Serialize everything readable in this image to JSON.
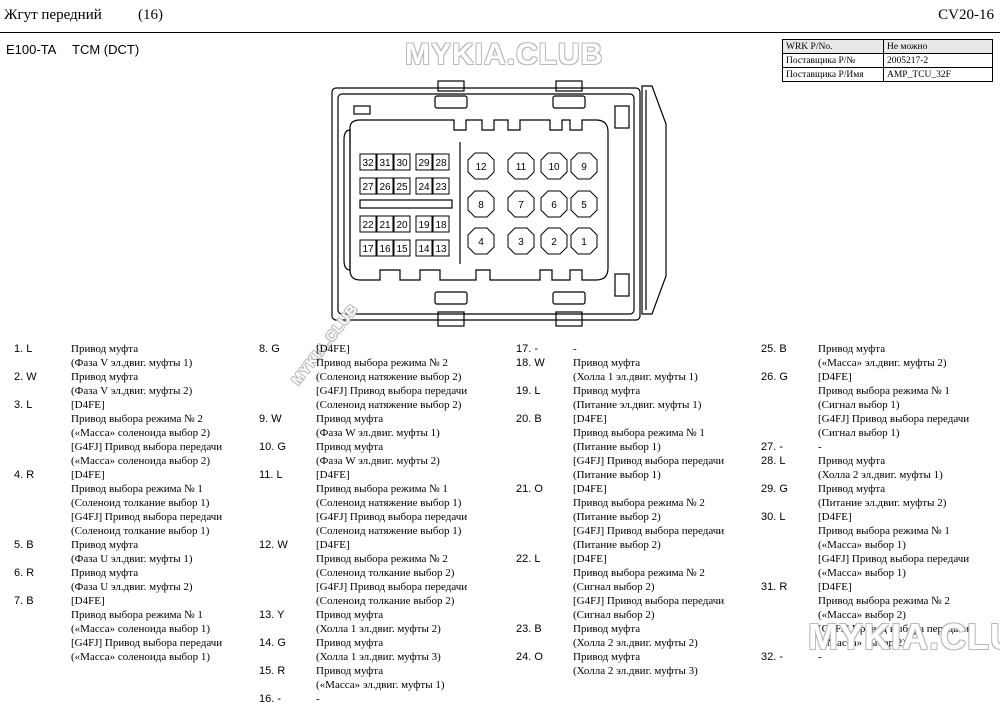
{
  "header": {
    "title": "Жгут передний",
    "number": "(16)",
    "code": "CV20-16"
  },
  "connector": {
    "id": "E100-TA",
    "name": "TCM (DCT)"
  },
  "watermark": "MYKIA.CLUB",
  "watermark_small": "MYKIA.CLUB",
  "info_table": [
    {
      "key": "WRK P/No.",
      "value": "Не можно"
    },
    {
      "key": "Поставщика P/№",
      "value": "2005217-2"
    },
    {
      "key": "Поставщика P/Имя",
      "value": "AMP_TCU_32F"
    }
  ],
  "diagram": {
    "small_rows": [
      [
        "32",
        "31",
        "30",
        "29",
        "28"
      ],
      [
        "27",
        "26",
        "25",
        "24",
        "23"
      ],
      [
        "22",
        "21",
        "20",
        "19",
        "18"
      ],
      [
        "17",
        "16",
        "15",
        "14",
        "13"
      ]
    ],
    "big_rows": [
      [
        "12",
        "11",
        "10",
        "9"
      ],
      [
        "8",
        "7",
        "6",
        "5"
      ],
      [
        "4",
        "3",
        "2",
        "1"
      ]
    ]
  },
  "pins": [
    {
      "num": "1. L",
      "lines": [
        "Привод муфта",
        "(Фаза V эл.двиг. муфты 1)"
      ]
    },
    {
      "num": "2. W",
      "lines": [
        "Привод муфта",
        "(Фаза V эл.двиг. муфты 2)"
      ]
    },
    {
      "num": "3. L",
      "lines": [
        "[D4FE]",
        "Привод выбора режима № 2",
        "(«Масса» соленоида выбор 2)",
        "[G4FJ] Привод выбора передачи",
        "(«Масса» соленоида выбор 2)"
      ]
    },
    {
      "num": "4. R",
      "lines": [
        "[D4FE]",
        "Привод выбора режима № 1",
        "(Соленоид толкание выбор 1)",
        "[G4FJ] Привод выбора передачи",
        "(Соленоид толкание выбор 1)"
      ]
    },
    {
      "num": "5. B",
      "lines": [
        "Привод муфта",
        "(Фаза U эл.двиг. муфты 1)"
      ]
    },
    {
      "num": "6. R",
      "lines": [
        "Привод муфта",
        "(Фаза U эл.двиг. муфты 2)"
      ]
    },
    {
      "num": "7. B",
      "lines": [
        "[D4FE]",
        "Привод выбора режима № 1",
        "(«Масса» соленоида выбор 1)",
        "[G4FJ] Привод выбора передачи",
        "(«Масса» соленоида выбор 1)"
      ]
    },
    {
      "num": "8. G",
      "lines": [
        "[D4FE]",
        "Привод выбора режима № 2",
        "(Соленоид натяжение выбор 2)",
        "[G4FJ] Привод выбора передачи",
        "(Соленоид натяжение выбор 2)"
      ]
    },
    {
      "num": "9. W",
      "lines": [
        "Привод муфта",
        "(Фаза W эл.двиг. муфты 1)"
      ]
    },
    {
      "num": "10. G",
      "lines": [
        "Привод муфта",
        "(Фаза W эл.двиг. муфты 2)"
      ]
    },
    {
      "num": "11. L",
      "lines": [
        "[D4FE]",
        "Привод выбора режима № 1",
        "(Соленоид натяжение выбор 1)",
        "[G4FJ] Привод выбора передачи",
        "(Соленоид натяжение выбор 1)"
      ]
    },
    {
      "num": "12. W",
      "lines": [
        "[D4FE]",
        "Привод выбора режима № 2",
        "(Соленоид толкание выбор 2)",
        "[G4FJ] Привод выбора передачи",
        "(Соленоид толкание выбор 2)"
      ]
    },
    {
      "num": "13. Y",
      "lines": [
        "Привод муфта",
        "(Холла 1 эл.двиг. муфты 2)"
      ]
    },
    {
      "num": "14. G",
      "lines": [
        "Привод муфта",
        "(Холла 1 эл.двиг. муфты 3)"
      ]
    },
    {
      "num": "15. R",
      "lines": [
        "Привод муфта",
        "(«Масса» эл.двиг. муфты 1)"
      ]
    },
    {
      "num": "16. -",
      "lines": [
        "-"
      ]
    },
    {
      "num": "17. -",
      "lines": [
        "-"
      ]
    },
    {
      "num": "18. W",
      "lines": [
        "Привод муфта",
        "(Холла 1 эл.двиг. муфты 1)"
      ]
    },
    {
      "num": "19. L",
      "lines": [
        "Привод муфта",
        "(Питание эл.двиг. муфты 1)"
      ]
    },
    {
      "num": "20. B",
      "lines": [
        "[D4FE]",
        "Привод выбора режима № 1",
        "(Питание выбор 1)",
        "[G4FJ] Привод выбора передачи",
        "(Питание выбор 1)"
      ]
    },
    {
      "num": "21. O",
      "lines": [
        "[D4FE]",
        "Привод выбора режима № 2",
        "(Питание выбор 2)",
        "[G4FJ] Привод выбора передачи",
        "(Питание выбор 2)"
      ]
    },
    {
      "num": "22. L",
      "lines": [
        "[D4FE]",
        "Привод выбора режима № 2",
        "(Сигнал выбор 2)",
        "[G4FJ] Привод выбора передачи",
        "(Сигнал выбор 2)"
      ]
    },
    {
      "num": "23. B",
      "lines": [
        "Привод муфта",
        "(Холла 2 эл.двиг. муфты 2)"
      ]
    },
    {
      "num": "24. O",
      "lines": [
        "Привод муфта",
        "(Холла 2 эл.двиг. муфты 3)"
      ]
    },
    {
      "num": "25. B",
      "lines": [
        "Привод муфта",
        "(«Масса» эл.двиг. муфты 2)"
      ]
    },
    {
      "num": "26. G",
      "lines": [
        "[D4FE]",
        "Привод выбора режима № 1",
        "(Сигнал выбор 1)",
        "[G4FJ] Привод выбора передачи",
        "(Сигнал выбор 1)"
      ]
    },
    {
      "num": "27. -",
      "lines": [
        "-"
      ]
    },
    {
      "num": "28. L",
      "lines": [
        "Привод муфта",
        "(Холла 2 эл.двиг. муфты 1)"
      ]
    },
    {
      "num": "29. G",
      "lines": [
        "Привод муфта",
        "(Питание эл.двиг. муфты 2)"
      ]
    },
    {
      "num": "30. L",
      "lines": [
        "[D4FE]",
        "Привод выбора режима № 1",
        "(«Масса» выбор 1)",
        "[G4FJ] Привод выбора передачи",
        "(«Масса» выбор 1)"
      ]
    },
    {
      "num": "31. R",
      "lines": [
        "[D4FE]",
        "Привод выбора режима № 2",
        "(«Масса» выбор 2)",
        "[G4FJ] Привод выбора передачи",
        "(«Масса» выбор 2)"
      ]
    },
    {
      "num": "32. -",
      "lines": [
        "-"
      ]
    }
  ]
}
